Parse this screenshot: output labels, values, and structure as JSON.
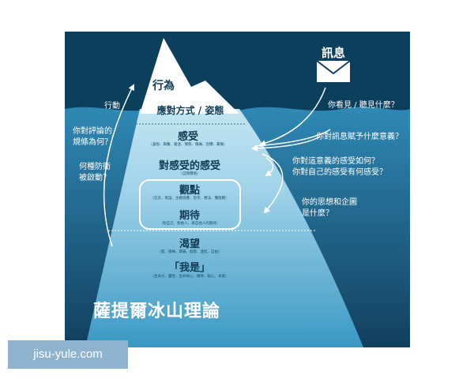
{
  "diagram": {
    "title": "薩提爾冰山理論",
    "message_label": "訊息",
    "levels": [
      {
        "label": "行為",
        "sub": ""
      },
      {
        "label": "應對方式 / 姿態",
        "sub": ""
      },
      {
        "label": "感受",
        "sub": "（喜悅、興奮、著迷、憤怒、傷痛、恐懼、憂傷）"
      },
      {
        "label": "對感受的感受",
        "sub": "（自我價值）"
      },
      {
        "label": "觀點",
        "sub": "（信念、假設、主觀說實、思考、想法、價值觀）"
      },
      {
        "label": "期待",
        "sub": "（對自己、對他人、來自他人的期待）"
      },
      {
        "label": "渴望",
        "sub": "（愛、接納、歸屬、創意、連結、自由）"
      },
      {
        "label": "「我是」",
        "sub": "（生命力、靈性、生命核心、精神、核心、本質）"
      }
    ],
    "left_notes": [
      "行動",
      "你對評論的\n規條為何？",
      "何種防衛\n被啟動？"
    ],
    "right_notes": [
      "你看見 / 聽見什麼？",
      "你對訊息賦予什麼意義？",
      "你對這意義的感受如何？\n你對自己的感受有何感受？",
      "你的思想和企圖\n是什麼？"
    ],
    "colors": {
      "sky": "#0c3f5c",
      "water_top": "#2f89b5",
      "water_bottom": "#123f5e",
      "iceberg_above": "#ffffff",
      "iceberg_below_top": "#bfe3f1",
      "iceberg_below_bottom": "#3a98c3",
      "arrow": "#ffffff"
    }
  },
  "watermark": "jisu-yule.com"
}
